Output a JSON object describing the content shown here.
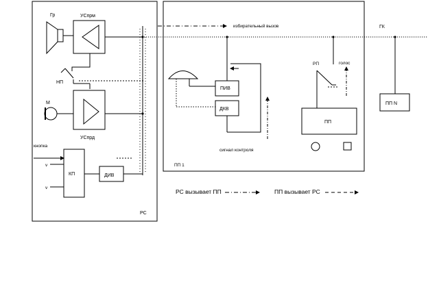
{
  "labels": {
    "gr": "Гр",
    "usprm": "УСпрм",
    "np": "НП",
    "mic": "М",
    "usprd": "УСпрд",
    "knopka": "кнопка",
    "kp": "КП",
    "div": "ДИВ",
    "rs": "РС",
    "selective_call": "избирательный вызов",
    "piv": "ПИВ",
    "dkv": "ДКВ",
    "control_signal": "сигнал контроля",
    "pp1": "ПП 1",
    "rp": "РП",
    "golos": "голос",
    "pp": "ПП",
    "gk": "ГК",
    "ppn": "ПП N"
  },
  "legend": {
    "rs_calls_pp": "РС вызывает ПП",
    "pp_calls_rs": "ПП вызывает РС"
  }
}
